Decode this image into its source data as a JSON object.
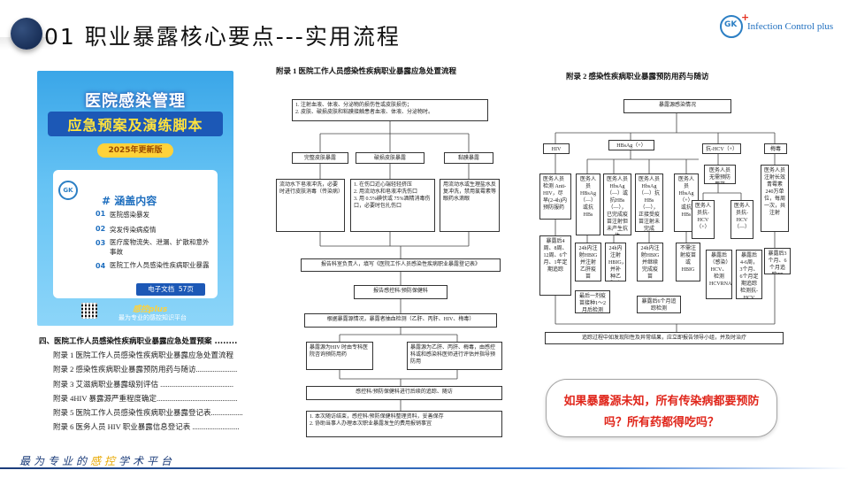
{
  "header": {
    "title": "01 职业暴露核心要点---实用流程",
    "logo_text": "Infection Control plus",
    "logo_mark": "GK",
    "logo_plus": "+"
  },
  "cover": {
    "title_line1": "医院感染管理",
    "title_line2": "应急预案及演练脚本",
    "edition": "2025年更新版",
    "card_logo": "GK",
    "toc_heading": "# 涵盖内容",
    "items": [
      {
        "num": "01",
        "text": "医院感染暴发"
      },
      {
        "num": "02",
        "text": "突发传染病疫情"
      },
      {
        "num": "03",
        "text": "医疗废物流失、泄漏、扩散和意外事故"
      },
      {
        "num": "04",
        "text": "医院工作人员感染性疾病职业暴露"
      }
    ],
    "ebook_label": "电子文档",
    "pages": "57页",
    "brand": "感控plus",
    "slogan": "最为专业的感控知识平台"
  },
  "toc": {
    "heading": "四、医院工作人员感染性疾病职业暴露应急处置预案 ........",
    "items": [
      "附录 1 医院工作人员感染性疾病职业暴露应急处置流程",
      "附录 2 感染性疾病职业暴露预防用药与随访......................",
      "附录 3 艾滋病职业暴露级别评估 .......................................",
      "附录 4HIV 暴露源严重程度确定...........................................",
      "附录 5 医院工作人员感染性疾病职业暴露登记表.................",
      "附录 6 医务人员 HIV 职业暴露信息登记表 ........................."
    ]
  },
  "flow1": {
    "title": "附录 1 医院工作人员感染性疾病职业暴露应急处置流程",
    "top_box": "1. 注射血液、体液、分泌物的损伤性或皮肤损伤；\n2. 皮肤、破损皮肤和粘膜接触患者血液、体液、分泌物时。",
    "branches": [
      "完整皮肤暴露",
      "破损皮肤暴露",
      "黏膜暴露"
    ],
    "branch_details": [
      "流动水下皂液冲洗，必要时进行皮肤消毒（传染病）",
      "1. 在伤口近心端轻轻挤压\n2. 用流动水和皂液冲洗伤口\n3. 用 0.5%碘伏或 75%酒精消毒伤口，必要时包扎伤口",
      "用流动水或生理盐水反复冲洗，禁用氯霉素等眼药水滴眼"
    ],
    "report": "报告科室负责人，填写《医院工作人员感染性疾病职业暴露登记表》",
    "report2": "报告感控科/预防保健科",
    "assess": "根据暴露源情况，暴露者抽血检测（乙肝、丙肝、HIV、梅毒）",
    "hiv_box": "暴露源为HIV 时由专科医院咨询预防用药",
    "other_box": "暴露源为乙肝、丙肝、梅毒，由感控科或和感染科医师进行评估并指导预防用",
    "follow": "感控科/预防保健科进行后续的追踪、随访",
    "final": "1. 本次随访结束，感控科/预防保健科整理资料，妥善保存\n2. 协助当事人办理本次职业暴露发生的费用报销事宜"
  },
  "flow2": {
    "title": "附录 2 感染性疾病职业暴露预防用药与随访",
    "source": "暴露源感染情况",
    "categories": [
      "HIV",
      "HBsAg（+）",
      "抗-HCV（+）",
      "梅毒"
    ],
    "hiv_box": "医务人员检测 Anti-HIV，尽早(2-4h)内预防服药",
    "hbv_boxes": [
      "医务人员HBsAg（—）或抗HBs",
      "医务人员HbsAg（—）或抗HBs（—），已完成疫苗注射但未产生抗体",
      "医务人员HbsAg（—）抗HBs（—），正接受疫苗注射未完成",
      "医务人员HbsAg（+）或抗HBs"
    ],
    "hcv_box": "医务人员无需预防用药",
    "hcv_detail": "医务人员抗-HCV（+）",
    "hcv_detail2": "医务人员抗-HCV（—）",
    "syphilis_box": "医务人员注射长效青霉素 240万单位，每周一次，共注射",
    "hiv_follow": "暴露后4周、8周、12周、6个月、1年定期追踪",
    "hbv_follow": [
      "24h内注射HBIG并注射乙肝疫苗",
      "24h内注射HBIG，并补种乙肝疫苗",
      "24h内注射HBIG并继续完成疫苗",
      "不需注射疫苗或HBIG"
    ],
    "hbv_follow2": "暴露后6个月追踪检测",
    "hbv_follow3": "最后一剂疫苗接种1～2月后检测",
    "hcv_follow": "暴露后（感染）HCV、检测HCVRNA",
    "hcv_follow2": "暴露后 4-6周，3个月、6个月定期追踪检测抗-HCV",
    "syphilis_follow": "暴露后3个月、6个月追踪TP",
    "bottom": "追踪过程中如发现阳性及异常结果，应立即报告领导小组，并及时治疗"
  },
  "callout": {
    "line1": "如果暴露源未知，所有传染病都要预防",
    "line2": "吗？所有药都得吃吗？"
  },
  "footer": {
    "prefix": "最为专业的",
    "highlight": "感控",
    "suffix": "学术平台"
  }
}
